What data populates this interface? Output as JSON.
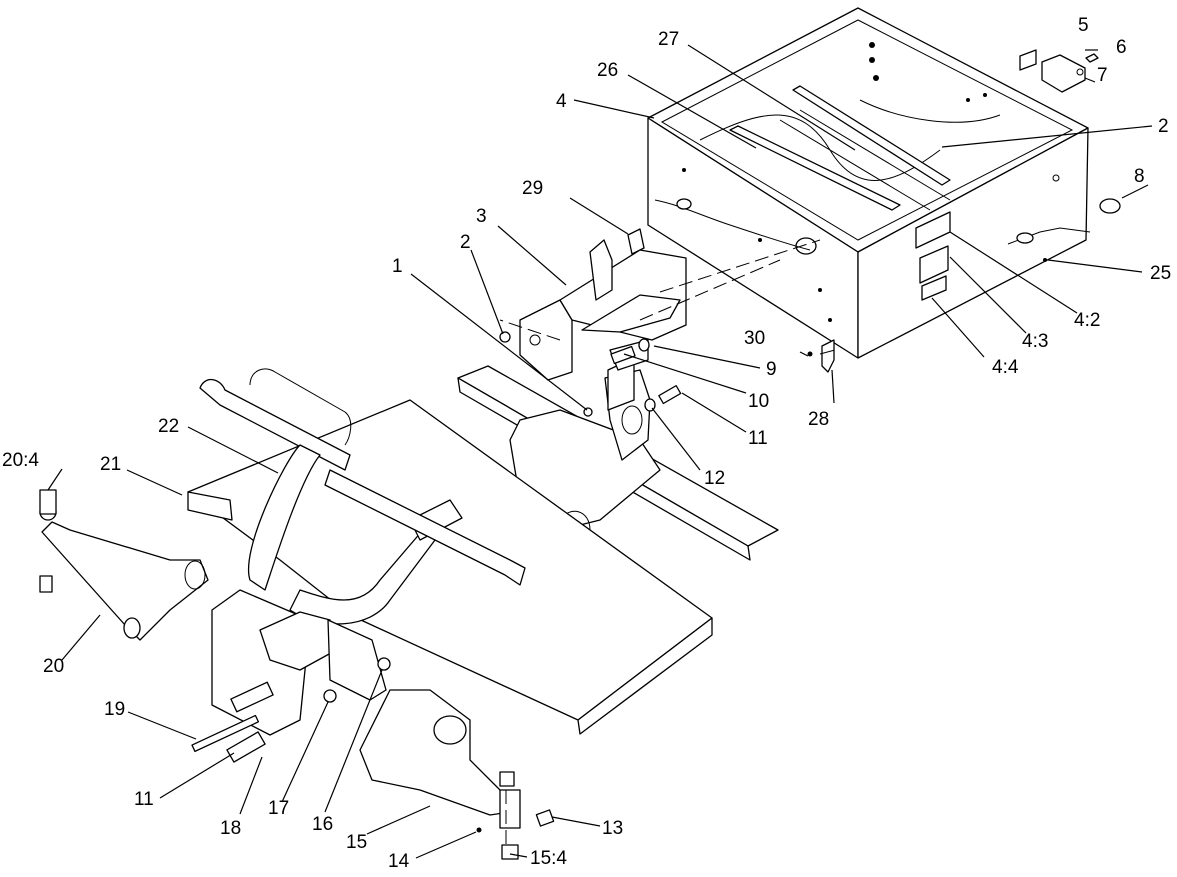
{
  "callouts": [
    {
      "id": "c1",
      "label": "1"
    },
    {
      "id": "c2a",
      "label": "2"
    },
    {
      "id": "c2b",
      "label": "2"
    },
    {
      "id": "c3",
      "label": "3"
    },
    {
      "id": "c4",
      "label": "4"
    },
    {
      "id": "c4_2",
      "label": "4:2"
    },
    {
      "id": "c4_3",
      "label": "4:3"
    },
    {
      "id": "c4_4",
      "label": "4:4"
    },
    {
      "id": "c5",
      "label": "5"
    },
    {
      "id": "c6",
      "label": "6"
    },
    {
      "id": "c7",
      "label": "7"
    },
    {
      "id": "c8",
      "label": "8"
    },
    {
      "id": "c9",
      "label": "9"
    },
    {
      "id": "c10",
      "label": "10"
    },
    {
      "id": "c11a",
      "label": "11"
    },
    {
      "id": "c11b",
      "label": "11"
    },
    {
      "id": "c12",
      "label": "12"
    },
    {
      "id": "c13",
      "label": "13"
    },
    {
      "id": "c14",
      "label": "14"
    },
    {
      "id": "c15",
      "label": "15"
    },
    {
      "id": "c15_4",
      "label": "15:4"
    },
    {
      "id": "c16",
      "label": "16"
    },
    {
      "id": "c17",
      "label": "17"
    },
    {
      "id": "c18",
      "label": "18"
    },
    {
      "id": "c19",
      "label": "19"
    },
    {
      "id": "c20",
      "label": "20"
    },
    {
      "id": "c20_4",
      "label": "20:4"
    },
    {
      "id": "c21",
      "label": "21"
    },
    {
      "id": "c22",
      "label": "22"
    },
    {
      "id": "c25",
      "label": "25"
    },
    {
      "id": "c26",
      "label": "26"
    },
    {
      "id": "c27",
      "label": "27"
    },
    {
      "id": "c28",
      "label": "28"
    },
    {
      "id": "c29",
      "label": "29"
    },
    {
      "id": "c30",
      "label": "30"
    }
  ]
}
